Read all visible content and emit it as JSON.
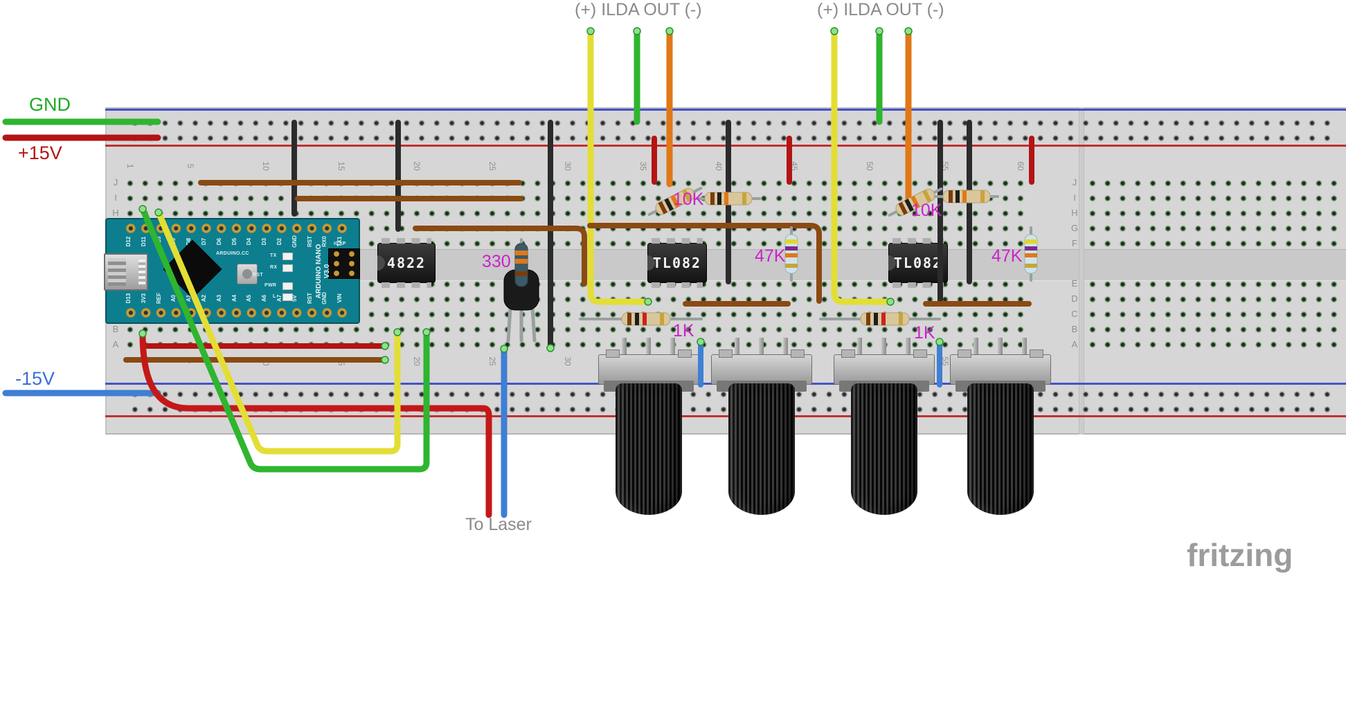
{
  "annotations": {
    "gnd": "GND",
    "plus15v": "+15V",
    "minus15v": "-15V",
    "ilda_out_left": "(+) ILDA OUT (-)",
    "ilda_out_right": "(+) ILDA OUT (-)",
    "to_laser": "To Laser",
    "watermark": "fritzing"
  },
  "component_values": {
    "r330": "330",
    "r10k_left": "10K",
    "r10k_right": "10K",
    "r47k_left": "47K",
    "r47k_right": "47K",
    "r1k_left": "1K",
    "r1k_right": "1K"
  },
  "chips": {
    "dac": "4822",
    "opamp_left": "TL082",
    "opamp_right": "TL082"
  },
  "arduino": {
    "top_pins": [
      "D12",
      "D11",
      "D10",
      "D9",
      "D8",
      "D7",
      "D6",
      "D5",
      "D4",
      "D3",
      "D2",
      "GND",
      "RST",
      "RX0",
      "TX1"
    ],
    "bottom_pins": [
      "D13",
      "3V3",
      "REF",
      "A0",
      "A1",
      "A2",
      "A3",
      "A4",
      "A5",
      "A6",
      "A7",
      "5V",
      "RST",
      "GND",
      "VIN"
    ],
    "brand": "ARDUINO.CC",
    "board_name": "ARDUINO NANO V3.0",
    "icsp_label": "ICSP",
    "rst_label": "RST",
    "led_labels": [
      "TX",
      "RX",
      "PWR",
      "L"
    ]
  },
  "breadboard": {
    "row_letters": [
      "J",
      "I",
      "H",
      "G",
      "F",
      "E",
      "D",
      "C",
      "B",
      "A"
    ],
    "column_numbers": [
      "1",
      "5",
      "10",
      "15",
      "20",
      "25",
      "30",
      "35",
      "40",
      "45",
      "50",
      "55",
      "60"
    ]
  }
}
